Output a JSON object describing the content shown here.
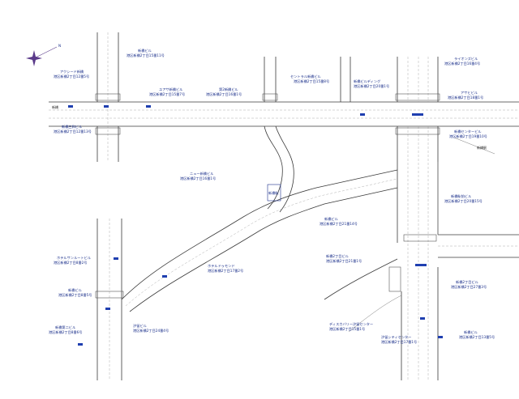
{
  "compass": {
    "label": "N",
    "color": "#5a3a8a"
  },
  "labels": {
    "bldg_ne1": "ライオンズビル",
    "addr_ne1": "港区新橋2丁目16番4号",
    "bldg_ne2": "アサヒビル",
    "addr_ne2": "港区新橋2丁目18番1号",
    "bldg_top": "新橋ビル",
    "addr_top": "港区新橋2丁目15番11号",
    "bldg_nw": "アクシード新橋",
    "addr_nw": "港区新橋2丁目12番5号",
    "bldg_center_top1": "ユアサ新橋ビル",
    "addr_center_top1": "港区新橋2丁目15番7号",
    "bldg_center_top2": "第2新橋ビル",
    "addr_center_top2": "港区新橋2丁目16番1号",
    "bldg_center_top3": "セントラル新橋ビル",
    "addr_center_top3": "港区新橋2丁目15番8号",
    "bldg_right_top": "新橋ビルディング",
    "addr_right_top": "港区新橋2丁目20番1号",
    "bldg_right_mid": "新橋センタービル",
    "addr_right_mid": "港区新橋2丁目19番10号",
    "bldg_w_mid": "新橋三和ビル",
    "addr_w_mid": "港区新橋2丁目12番13号",
    "bldg_center": "ニュー新橋ビル",
    "addr_center": "港区新橋2丁目16番1号",
    "bldg_center2": "新橋駅前ビル",
    "addr_center2": "港区新橋2丁目20番15号",
    "bldg_e1": "新橋ビル",
    "addr_e1": "港区新橋2丁目21番14号",
    "bldg_e2": "新橋2丁目ビル",
    "addr_e2": "港区新橋2丁目21番1号",
    "bldg_sw1": "ホテルサンルートビル",
    "addr_sw1": "港区新橋2丁目8番2号",
    "bldg_sw2": "新橋ビル",
    "addr_sw2": "港区新橋2丁目8番5号",
    "bldg_sw3": "新橋第二ビル",
    "addr_sw3": "港区新橋2丁目8番6号",
    "bldg_s1": "ホテルドゥモンド",
    "addr_s1": "港区新橋2丁目17番2号",
    "bldg_s2": "汐留ビル",
    "addr_s2": "港区新橋2丁目24番4号",
    "bldg_se1": "新橋2丁目ビル",
    "addr_se1": "港区新橋2丁目27番3号",
    "bldg_se2": "ディスカバリー汐留センター",
    "addr_se2": "港区新橋2丁目15番1号",
    "bldg_se3": "新橋ビル",
    "addr_se3": "港区新橋2丁目13番5号",
    "bldg_far_se": "汐留シティセンター",
    "addr_far_se": "港区新橋2丁目17番1号",
    "station": "新橋駅",
    "sign_nw": "新橋",
    "sign_e": "新橋駅"
  }
}
